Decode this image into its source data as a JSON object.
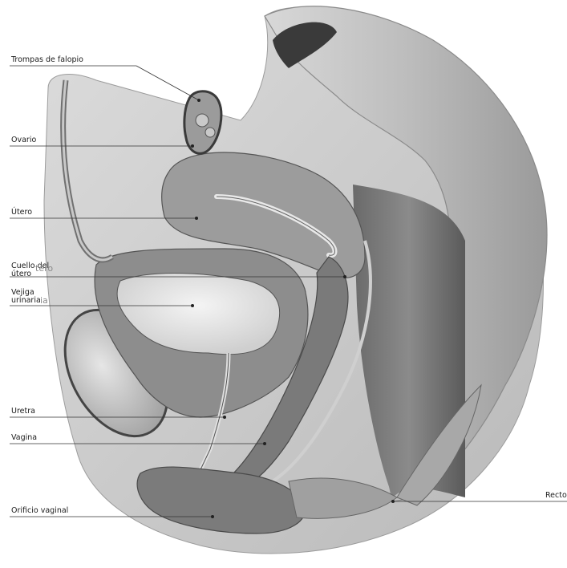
{
  "diagram": {
    "labels": {
      "fallopian": "Trompas de falopio",
      "ovary": "Ovario",
      "uterus": "Útero",
      "cervix_line1": "Cuello del",
      "cervix_line2": "útero",
      "bladder_line1": "Vejiga",
      "bladder_line2": "urinaria",
      "urethra": "Uretra",
      "vagina": "Vagina",
      "vaginal_orifice": "Orificio vaginal",
      "rectum": "Recto"
    },
    "overlay_fragments": {
      "cervix_ghost": "tero",
      "bladder_ghost": "ia"
    }
  }
}
